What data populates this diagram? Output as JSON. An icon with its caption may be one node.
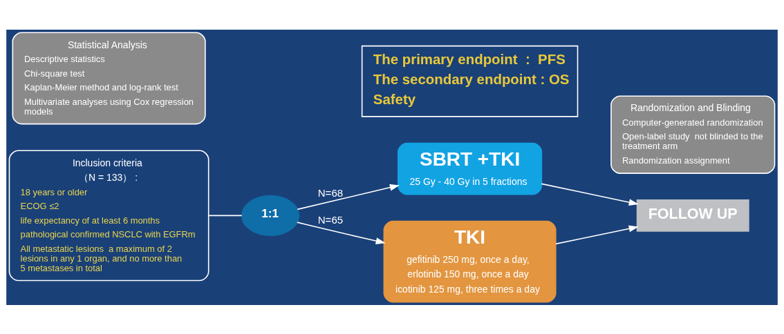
{
  "diagram": {
    "nodes": [
      {
        "text": [
          "Inclusion criteria",
          "（N = 133） :",
          "18 years or older",
          "ECOG ≤2",
          "life expectancy of at least 6 months",
          "pathological confirmed NSCLC with EGFRm",
          "All metastatic lesions  a maximum of 2 lesions in any 1 organ, and no more than 5 metastases in total"
        ]
      },
      {
        "text": [
          "1:1"
        ]
      },
      {
        "text": [
          "SBRT +TKI",
          "25 Gy - 40 Gy in 5 fractions"
        ]
      },
      {
        "text": [
          "TKI",
          "gefitinib 250 mg, once a day,",
          "erlotinib 150 mg, once a day",
          "icotinib 125 mg, three times a day"
        ]
      },
      {
        "text": [
          "FOLLOW UP"
        ]
      },
      {
        "text": [
          "Statistical Analysis",
          "Descriptive statistics",
          "Chi-square test",
          "Kaplan-Meier method and log-rank test",
          "Multivariate analyses using Cox regression models"
        ]
      },
      {
        "text": [
          "The primary endpoint  :  PFS",
          "The secondary endpoint : OS",
          "Safety"
        ]
      },
      {
        "text": [
          "Randomization and Blinding",
          "Computer-generated randomization",
          "Open-label study  not blinded to the treatment arm",
          "Randomization assignment"
        ]
      }
    ],
    "edges": [
      {
        "from": 0,
        "to": 1,
        "arrow": "none"
      },
      {
        "from": 1,
        "to": 2,
        "arrow": "to",
        "label": "N=68"
      },
      {
        "from": 1,
        "to": 3,
        "arrow": "to",
        "label": "N=65"
      },
      {
        "from": 2,
        "to": 4,
        "arrow": "to"
      },
      {
        "from": 3,
        "to": 4,
        "arrow": "to"
      }
    ]
  }
}
